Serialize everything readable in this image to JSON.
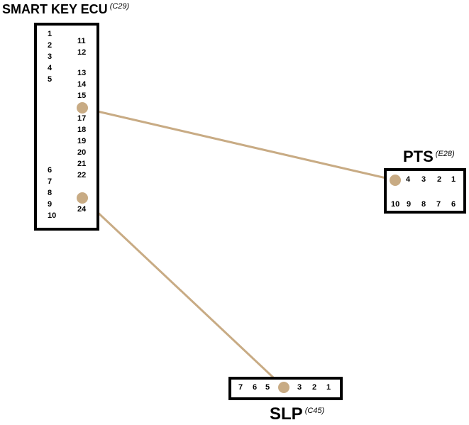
{
  "ecu": {
    "name": "SMART KEY ECU",
    "code": "(C29)",
    "pins_left": [
      "1",
      "2",
      "3",
      "4",
      "5",
      "6",
      "7",
      "8",
      "9",
      "10"
    ],
    "pins_right": [
      "11",
      "12",
      "13",
      "14",
      "15",
      "17",
      "18",
      "19",
      "20",
      "21",
      "22",
      "24"
    ]
  },
  "pts": {
    "name": "PTS",
    "code": "(E28)",
    "pins_top": [
      "4",
      "3",
      "2",
      "1"
    ],
    "pins_bottom": [
      "10",
      "9",
      "8",
      "7",
      "6"
    ]
  },
  "slp": {
    "name": "SLP",
    "code": "(C45)",
    "pins": [
      "7",
      "6",
      "5",
      "3",
      "2",
      "1"
    ]
  },
  "colors": {
    "wire": "#c8ab84",
    "border": "#000000"
  }
}
